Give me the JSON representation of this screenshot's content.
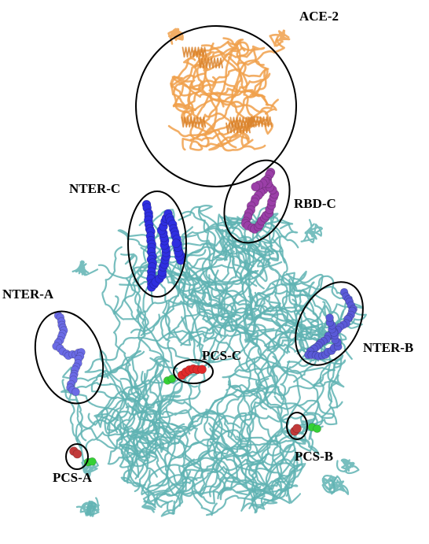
{
  "figure": {
    "background_color": "#ffffff",
    "protein_color": "#5fb3b3",
    "regions": [
      {
        "key": "ace2",
        "label": "ACE-2",
        "color": "#f0a04b",
        "style": "helix-ribbon"
      },
      {
        "key": "rbdc",
        "label": "RBD-C",
        "color": "#9b3fa8",
        "style": "spheres"
      },
      {
        "key": "nterc",
        "label": "NTER-C",
        "color": "#2f2fe0",
        "style": "spheres"
      },
      {
        "key": "ntera",
        "label": "NTER-A",
        "color": "#6b6be6",
        "style": "spheres"
      },
      {
        "key": "nterb",
        "label": "NTER-B",
        "color": "#5a5ad8",
        "style": "spheres"
      },
      {
        "key": "pcsc",
        "label": "PCS-C",
        "color": "#e02a2a",
        "accent": "#35d035",
        "style": "spheres"
      },
      {
        "key": "pcsb",
        "label": "PCS-B",
        "color": "#c23a3a",
        "accent": "#35d035",
        "style": "spheres"
      },
      {
        "key": "pcsa",
        "label": "PCS-A",
        "color": "#c23a3a",
        "accent": "#35d035",
        "style": "spheres"
      }
    ]
  }
}
